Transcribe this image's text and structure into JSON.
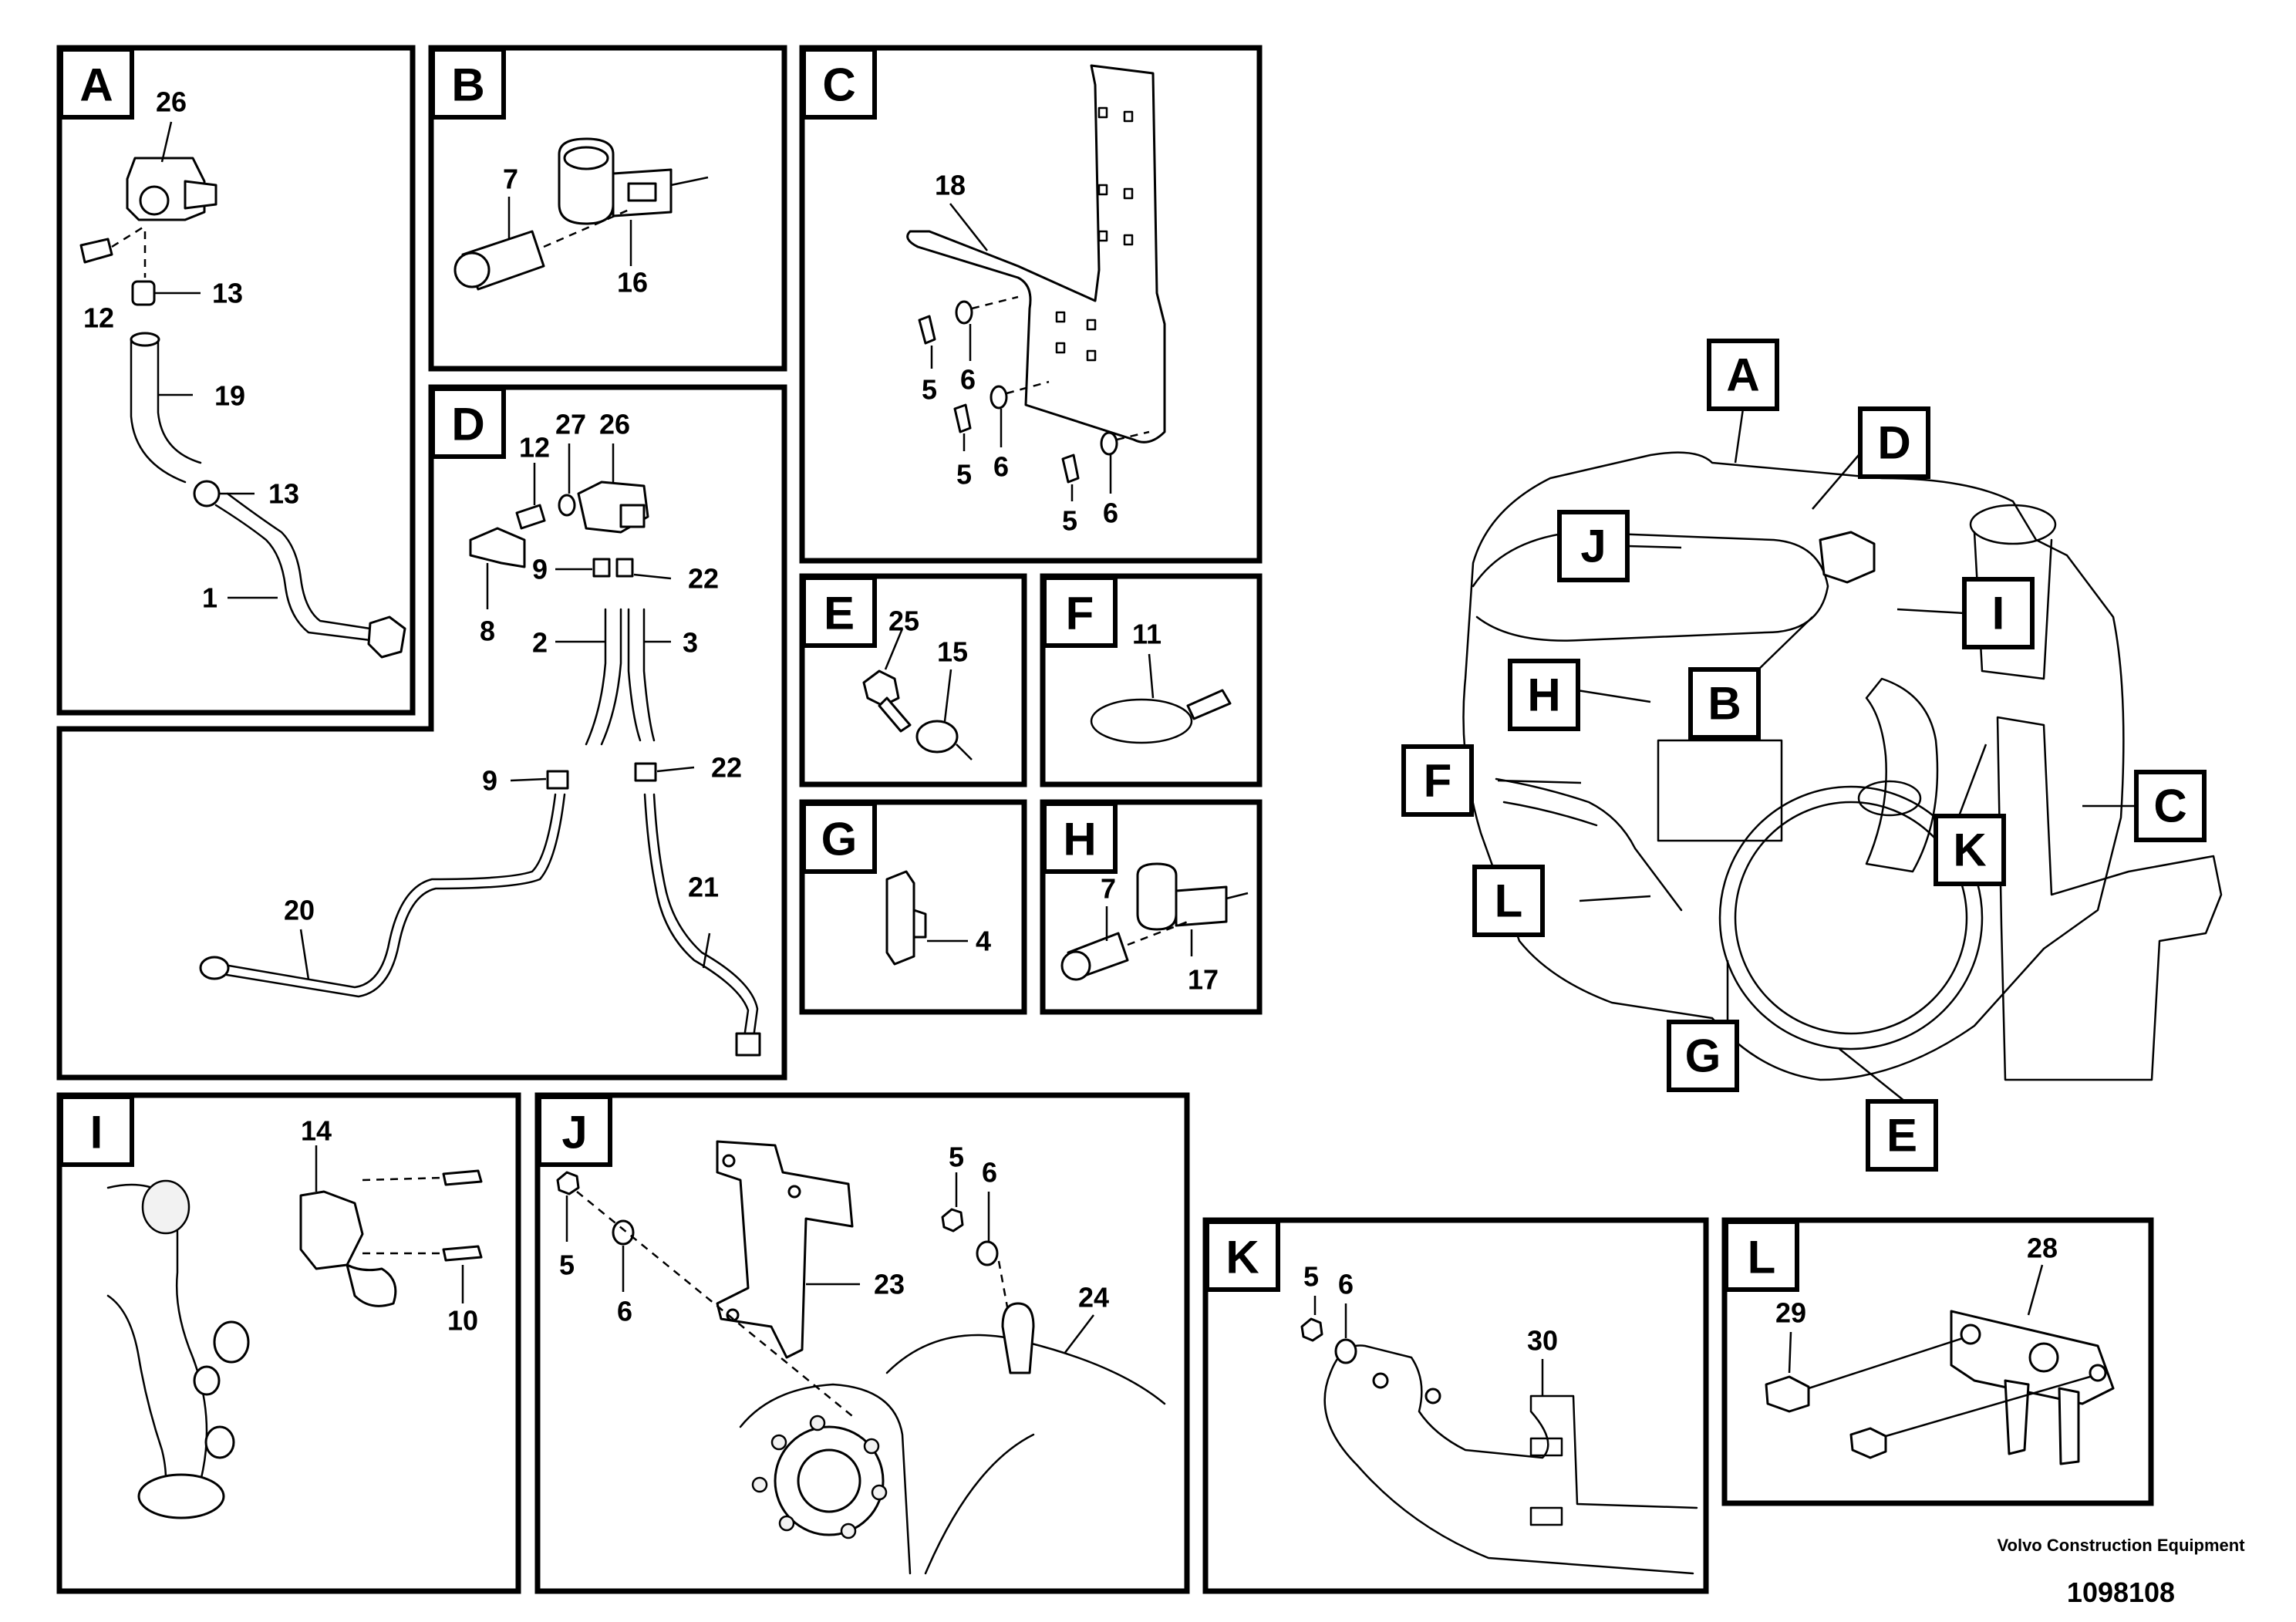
{
  "panels": {
    "A": {
      "tag": "A",
      "callouts": [
        "26",
        "12",
        "13",
        "19",
        "13",
        "1"
      ]
    },
    "B": {
      "tag": "B",
      "callouts": [
        "7",
        "16"
      ]
    },
    "C": {
      "tag": "C",
      "callouts": [
        "18",
        "5",
        "6",
        "5",
        "6",
        "5",
        "6"
      ]
    },
    "D": {
      "tag": "D",
      "callouts": [
        "12",
        "27",
        "26",
        "8",
        "9",
        "22",
        "2",
        "3",
        "9",
        "22",
        "20",
        "21"
      ]
    },
    "E": {
      "tag": "E",
      "callouts": [
        "25",
        "15"
      ]
    },
    "F": {
      "tag": "F",
      "callouts": [
        "11"
      ]
    },
    "G": {
      "tag": "G",
      "callouts": [
        "4"
      ]
    },
    "H": {
      "tag": "H",
      "callouts": [
        "7",
        "17"
      ]
    },
    "I": {
      "tag": "I",
      "callouts": [
        "14",
        "10"
      ]
    },
    "J": {
      "tag": "J",
      "callouts": [
        "5",
        "6",
        "5",
        "6",
        "23",
        "24"
      ]
    },
    "K": {
      "tag": "K",
      "callouts": [
        "5",
        "6",
        "30"
      ]
    },
    "L": {
      "tag": "L",
      "callouts": [
        "28",
        "29"
      ]
    }
  },
  "overview_tags": [
    "A",
    "D",
    "J",
    "I",
    "B",
    "H",
    "F",
    "C",
    "K",
    "L",
    "G",
    "E"
  ],
  "footer": {
    "company": "Volvo Construction Equipment",
    "figure_number": "1098108"
  }
}
